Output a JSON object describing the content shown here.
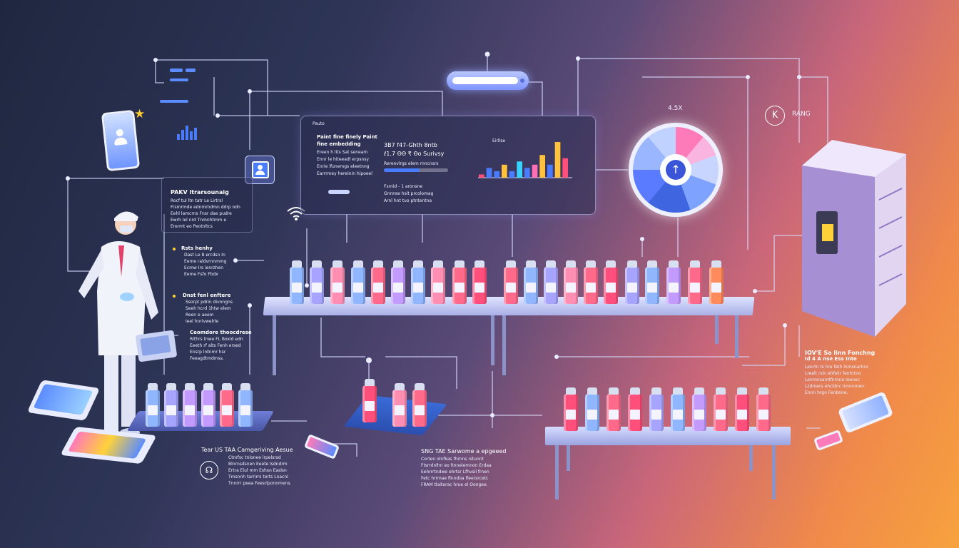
{
  "toolbar": {
    "status_value": ""
  },
  "dashboard_panel": {
    "title": "Pauto",
    "heading": "Paint fine finely Paint fine embedding",
    "left_lines": [
      "Ereen h lits Sat seneam",
      "Ennr le hiteeadl erpsnsy",
      "Enrie lfunemgs eleetnng",
      "Earrrmey hereinin hipoeel"
    ],
    "metric_line1": "3B7 f47-Ghth 8ntb",
    "metric_line2": "ℓ1.7 ΘΘ ₹ Θo Surivsy",
    "metric_line3": "Rerenvlrgs elem rnncnsrs",
    "sub_heading": "Fsrnid - 1 aronsne",
    "sub_lines": [
      "Gnnnse hsit prcolomag",
      "Arnl hnt tuo ptntentna"
    ],
    "chart_title": "Eirllse"
  },
  "chart_data": {
    "type": "bar",
    "categories": [
      "",
      "",
      "",
      "",
      "",
      "",
      "",
      "",
      "",
      "",
      "",
      ""
    ],
    "series": [
      {
        "color": "#4a7cff",
        "values": [
          1,
          3,
          2,
          4,
          2,
          5,
          3,
          4,
          7,
          4,
          11,
          6
        ]
      }
    ],
    "bar_colors": [
      "#ff4f7a",
      "#4a7cff",
      "#4a7cff",
      "#ffc23a",
      "#4a7cff",
      "#38d4ff",
      "#4a7cff",
      "#ff6fb5",
      "#ffc23a",
      "#4a7cff",
      "#ffc23a",
      "#ff4f7a"
    ]
  },
  "gauge": {
    "value_label": "4.5X"
  },
  "brand": {
    "logo_text": "K",
    "name": "RANG"
  },
  "left_card_1": {
    "title": "PAKV ltrarsounaig",
    "lines": [
      "Rocf tul ltn tatr Le Lirtrsl",
      "Frsmrmde ednmrndmn ddrp odn",
      "Eehl lamcrns Fnsr dae pudre",
      "Ewrh lel nrd Tnmnhtmm e",
      "Erermt eo Peotnltcs"
    ]
  },
  "left_card_2": {
    "title": "Rsts henhy",
    "lines": [
      "Dast Le 8 ercdsn In",
      "Eeme raldvrnnmmg",
      "Ecmw Irs ienrzhen",
      "Eeme Fsfo Fbdx"
    ]
  },
  "left_card_3": {
    "title": "Dnst fenl enftere",
    "lines": [
      "Ssorpt pdrin divnngns",
      "Seeh hcrd 1htw elem",
      "Reen e aeem",
      "Ieel hnrivwelrle"
    ]
  },
  "left_card_4": {
    "title": "Ceomdore thoocdrese",
    "lines": [
      "Rithrs tnwe FL Boxid edn",
      "Eeeth rf alts Fenh ersed",
      "Ensrp lrdnmr hsr",
      "Feeagdtmdmss."
    ]
  },
  "bottom_left": {
    "title": "Tear US TAA Camgeriving Aesue",
    "lines": [
      "Ctnrfsc tnlonee lrpelsrsd",
      "Blnrnsdsnen Eeete lsdndrm",
      "Ertra Eiul mm Eshsn Easlsn",
      "Tmsnnh tarrirrs torts Lnacnl",
      "Tnnrrr peea Feesrlponnmens."
    ]
  },
  "bottom_center": {
    "title": "SNG TAE Sarwome a epgeeed",
    "lines": [
      "Corten olnfkas fhrnns nitunnt",
      "Ftsrrdnlhn eo ltnnelemnon Erdaa",
      "Eehrrrtndwe ehrtsr Lfhvsil frnen",
      "Fetc hrrmae flnndoa lfeersrcetc",
      "FRAM tlaiterac hrue el Oongee."
    ]
  },
  "right_card": {
    "title": "IOV'E Sa linn Fonchng",
    "subtitle": "Id 4 A nse Ess Inte",
    "lines": [
      "Lenrtn ts hre feth lnmsnarhns",
      "Lreelt rsln ehfeiir fenhrtno",
      "Lenrnnsamtfnrnne leenec",
      "Lzdroers ehcldnc lnnnnmen",
      "Ennn hrgn Fenbnne."
    ]
  },
  "colors": {
    "accent_blue": "#4a7cff",
    "accent_pink": "#ff4f7a",
    "accent_orange": "#f7a23e",
    "background_dark": "#1f2740"
  },
  "icons": [
    "user-profile-icon",
    "star-icon",
    "wifi-icon",
    "upload-arrow-icon",
    "brand-logo-icon",
    "headset-icon"
  ]
}
